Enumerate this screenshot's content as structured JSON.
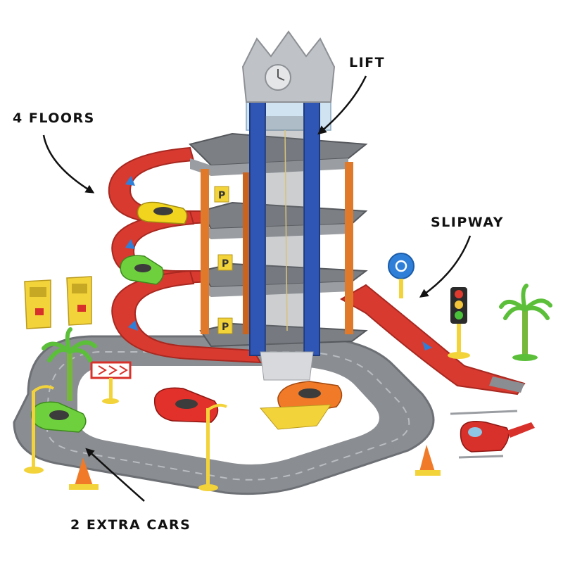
{
  "labels": {
    "lift": "LIFT",
    "floors": "4 FLOORS",
    "slipway": "SLIPWAY",
    "extra_cars": "2 EXTRA CARS"
  },
  "colors": {
    "background": "#ffffff",
    "track": "#8a8d91",
    "ramp": "#d83a30",
    "tower": "#2f56b4",
    "floor": "#7c7f84",
    "pillar": "#e07a2a",
    "accent_yellow": "#f3d33a",
    "palm": "#5bbf3a"
  },
  "icons": [
    "arrow-icon",
    "parking-sign-icon",
    "traffic-light-icon",
    "palm-tree-icon",
    "traffic-cone-icon",
    "helicopter-icon",
    "gas-pump-icon",
    "roundabout-sign-icon",
    "street-lamp-icon"
  ]
}
